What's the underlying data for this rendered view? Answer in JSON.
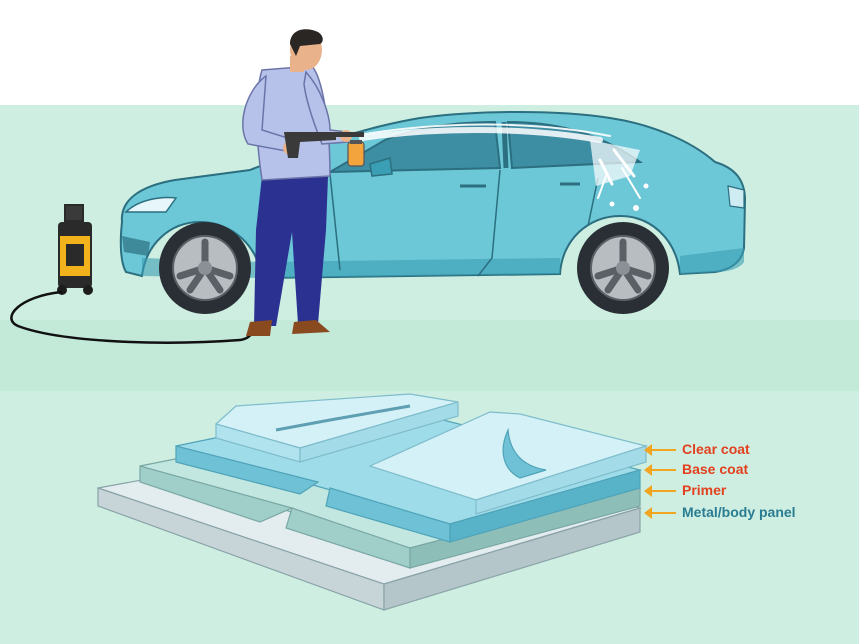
{
  "colors": {
    "background_top": "#ffffff",
    "band_mint": "#cdeee0",
    "car_body": "#6cc7d6",
    "car_body_dark": "#3a9fb4",
    "shirt": "#b7c2ea",
    "pants": "#2b3190",
    "washer_yellow": "#f2b21c",
    "arrow_orange": "#f2a521",
    "label_red": "#e2401e",
    "label_teal": "#2a7c93",
    "layer_clear": "#bfeaf2",
    "layer_base": "#8fd3e2",
    "layer_primer": "#aedbd6",
    "layer_metal": "#d7e3e6"
  },
  "layers": [
    {
      "name": "clear-coat",
      "label": "Clear coat"
    },
    {
      "name": "base-coat",
      "label": "Base coat"
    },
    {
      "name": "primer",
      "label": "Primer"
    },
    {
      "name": "metal-body-panel",
      "label": "Metal/body panel"
    }
  ],
  "icons": [
    "pressure-washer-icon",
    "car-illustration",
    "person-illustration",
    "paint-layers-illustration"
  ]
}
